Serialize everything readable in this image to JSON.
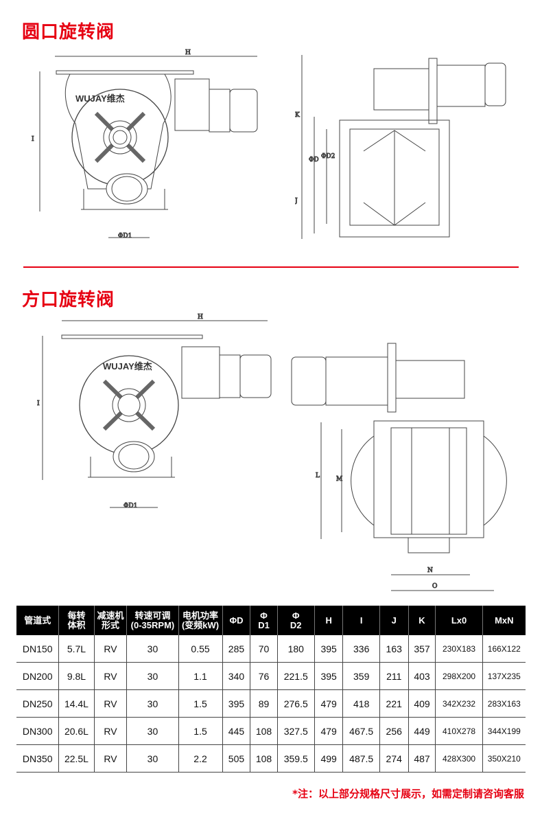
{
  "sections": [
    {
      "title": "圆口旋转阀"
    },
    {
      "title": "方口旋转阀"
    }
  ],
  "drawing_labels": {
    "logo": "WUJAY维杰",
    "H": "H",
    "I": "I",
    "D1": "ΦD1",
    "K": "K",
    "D": "ΦD",
    "D2": "ΦD2",
    "J": "J",
    "L": "L",
    "M": "M",
    "N": "N",
    "O": "O"
  },
  "table": {
    "headers": [
      "管道式",
      "每转\n体积",
      "减速机\n形式",
      "转速可调\n(0-35RPM)",
      "电机功率\n(变频kW)",
      "ΦD",
      "Φ\nD1",
      "Φ\nD2",
      "H",
      "I",
      "J",
      "K",
      "Lx0",
      "MxN"
    ],
    "rows": [
      [
        "DN150",
        "5.7L",
        "RV",
        "30",
        "0.55",
        "285",
        "70",
        "180",
        "395",
        "336",
        "163",
        "357",
        "230X183",
        "166X122"
      ],
      [
        "DN200",
        "9.8L",
        "RV",
        "30",
        "1.1",
        "340",
        "76",
        "221.5",
        "395",
        "359",
        "211",
        "403",
        "298X200",
        "137X235"
      ],
      [
        "DN250",
        "14.4L",
        "RV",
        "30",
        "1.5",
        "395",
        "89",
        "276.5",
        "479",
        "418",
        "221",
        "409",
        "342X232",
        "283X163"
      ],
      [
        "DN300",
        "20.6L",
        "RV",
        "30",
        "1.5",
        "445",
        "108",
        "327.5",
        "479",
        "467.5",
        "256",
        "449",
        "410X278",
        "344X199"
      ],
      [
        "DN350",
        "22.5L",
        "RV",
        "30",
        "2.2",
        "505",
        "108",
        "359.5",
        "499",
        "487.5",
        "274",
        "487",
        "428X300",
        "350X210"
      ]
    ]
  },
  "note": "*注：以上部分规格尺寸展示，如需定制请咨询客服"
}
